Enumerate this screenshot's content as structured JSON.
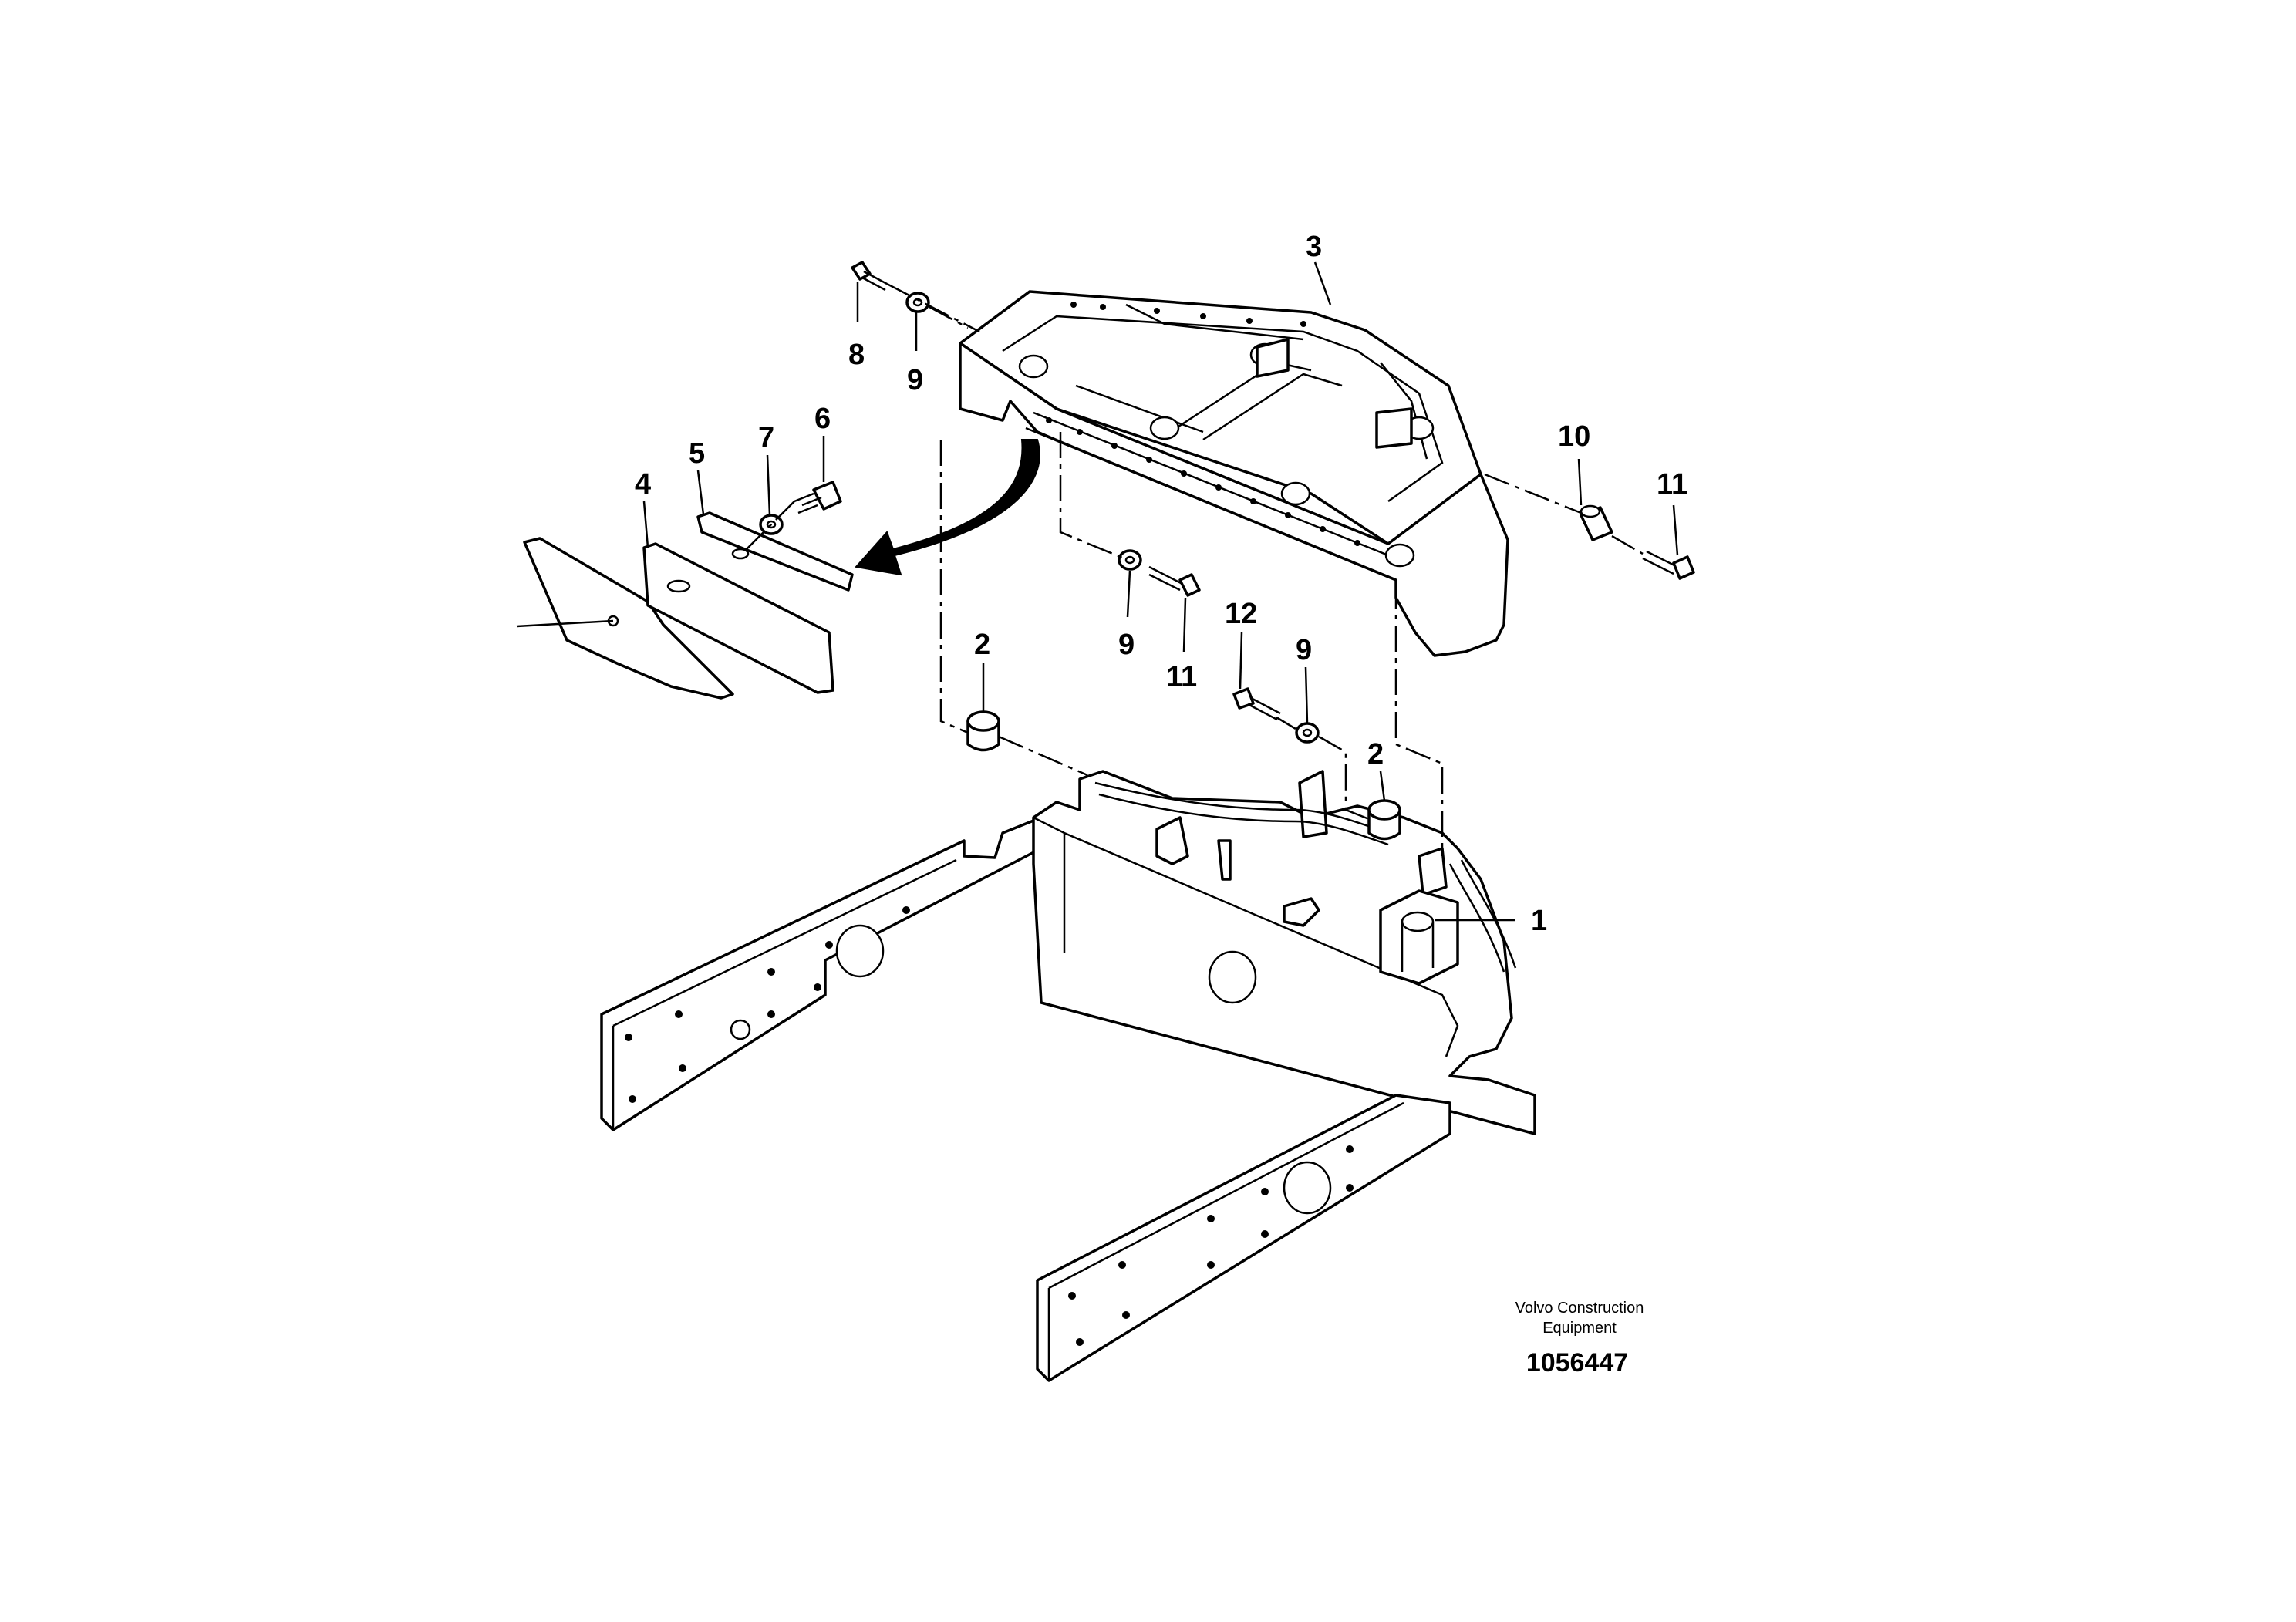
{
  "diagram": {
    "callouts": [
      {
        "id": "c1",
        "text": "1"
      },
      {
        "id": "c2a",
        "text": "2"
      },
      {
        "id": "c2b",
        "text": "2"
      },
      {
        "id": "c3",
        "text": "3"
      },
      {
        "id": "c4",
        "text": "4"
      },
      {
        "id": "c5",
        "text": "5"
      },
      {
        "id": "c6",
        "text": "6"
      },
      {
        "id": "c7",
        "text": "7"
      },
      {
        "id": "c8",
        "text": "8"
      },
      {
        "id": "c9a",
        "text": "9"
      },
      {
        "id": "c9b",
        "text": "9"
      },
      {
        "id": "c9c",
        "text": "9"
      },
      {
        "id": "c10",
        "text": "10"
      },
      {
        "id": "c11a",
        "text": "11"
      },
      {
        "id": "c11b",
        "text": "11"
      },
      {
        "id": "c12",
        "text": "12"
      }
    ],
    "brand_line1": "Volvo Construction",
    "brand_line2": "Equipment",
    "document_number": "1056447"
  }
}
